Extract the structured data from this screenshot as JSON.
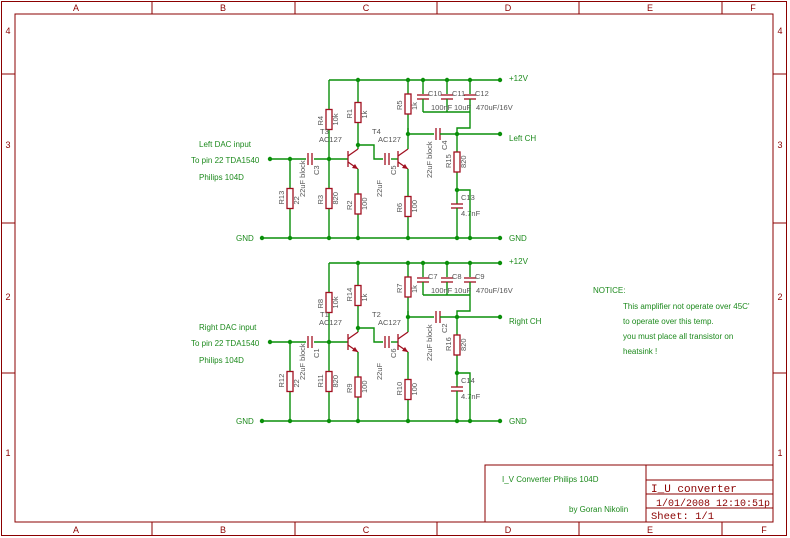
{
  "frame": {
    "col_labels": [
      "A",
      "B",
      "C",
      "D",
      "E",
      "F"
    ],
    "row_labels": [
      "4",
      "3",
      "2",
      "1"
    ],
    "color": "#8b0000",
    "wire_color": "#0a8f0a",
    "component_color": "#a01020"
  },
  "rails": {
    "vcc": "+12V",
    "gnd": "GND"
  },
  "top_channel": {
    "input_lines": [
      "Left DAC input",
      "To pin 22 TDA1540",
      "Philips 104D"
    ],
    "output": "Left CH",
    "q1": "T3",
    "q1_type": "AC127",
    "q2": "T4",
    "q2_type": "AC127",
    "parts": {
      "r_a": "R4",
      "r_a_val": "10k",
      "r_b": "R1",
      "r_b_val": "1k",
      "r_c": "R5",
      "r_c_val": "1k",
      "r_d": "R13",
      "r_d_val": "22",
      "r_e": "R3",
      "r_e_val": "820",
      "r_f": "R2",
      "r_f_val": "100",
      "r_g": "R6",
      "r_g_val": "100",
      "r_h": "R15",
      "r_h_val": "820",
      "c_in": "C3",
      "c_in_val": "22uF block",
      "c_mid": "C5",
      "c_mid_val": "22uF",
      "c_out": "C4",
      "c_out_val": "22uF block",
      "c_f": "C13",
      "c_f_val": "4.7nF",
      "c_d1": "C10",
      "c_d1_val": "100nF",
      "c_d2": "C11",
      "c_d2_val": "10uF",
      "c_d3": "C12",
      "c_d3_val": "470uF/16V"
    }
  },
  "bottom_channel": {
    "input_lines": [
      "Right DAC input",
      "To pin 22 TDA1540",
      "Philips 104D"
    ],
    "output": "Right CH",
    "q1": "T1",
    "q1_type": "AC127",
    "q2": "T2",
    "q2_type": "AC127",
    "parts": {
      "r_a": "R8",
      "r_a_val": "10k",
      "r_b": "R14",
      "r_b_val": "1k",
      "r_c": "R7",
      "r_c_val": "1k",
      "r_d": "R12",
      "r_d_val": "22",
      "r_e": "R11",
      "r_e_val": "820",
      "r_f": "R9",
      "r_f_val": "100",
      "r_g": "R10",
      "r_g_val": "100",
      "r_h": "R16",
      "r_h_val": "820",
      "c_in": "C1",
      "c_in_val": "22uF block",
      "c_mid": "C6",
      "c_mid_val": "22uF",
      "c_out": "C2",
      "c_out_val": "22uF block",
      "c_f": "C14",
      "c_f_val": "4.7nF",
      "c_d1": "C7",
      "c_d1_val": "100nF",
      "c_d2": "C8",
      "c_d2_val": "10uF",
      "c_d3": "C9",
      "c_d3_val": "470uF/16V"
    }
  },
  "notice": {
    "title": "NOTICE:",
    "lines": [
      "This amplifier not operate over 45C'",
      "to operate over this temp.",
      "you must place all transistor on",
      "heatsink !"
    ]
  },
  "title_block": {
    "project": "I_V Converter Philips 104D",
    "author": "by Goran Nikolin",
    "name": "I_U converter",
    "date": "1/01/2008 12:10:51p",
    "sheet": "Sheet: 1/1"
  }
}
